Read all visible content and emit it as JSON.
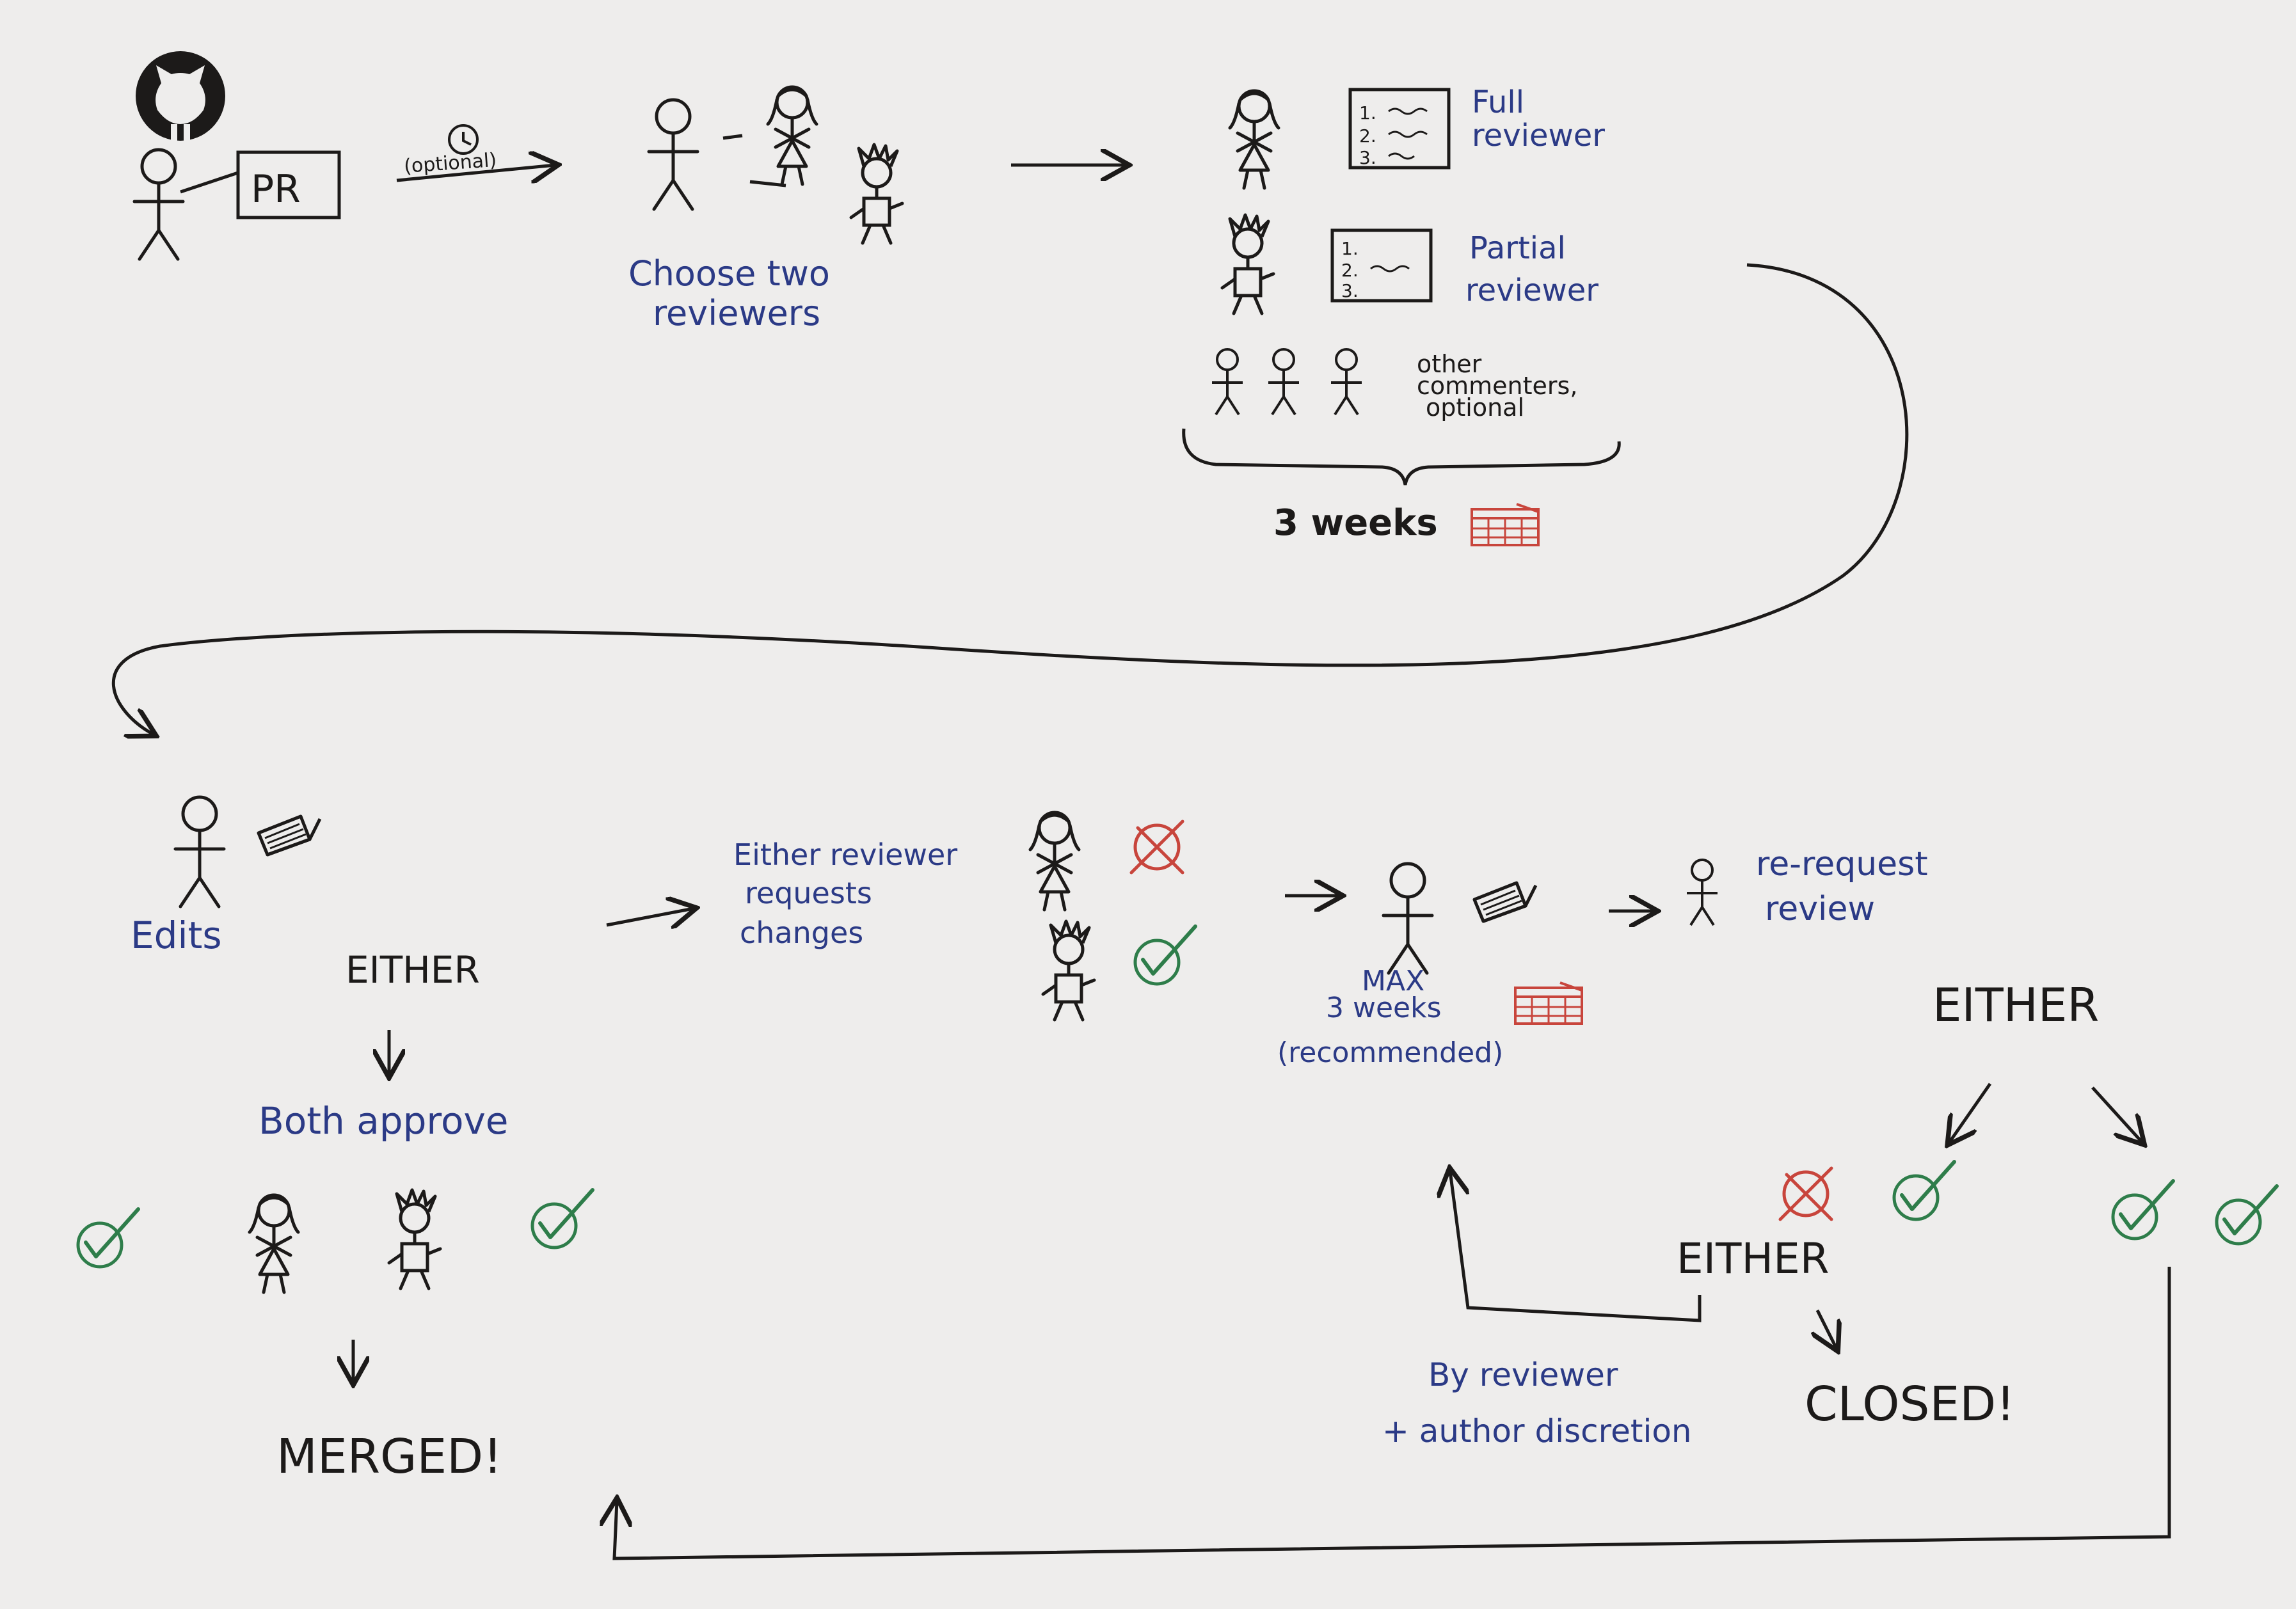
{
  "colors": {
    "paper": "#eeedec",
    "ink_black": "#1c1a19",
    "ink_blue": "#2b3a86",
    "ink_green": "#2e7d4a",
    "ink_red": "#c8453c"
  },
  "top": {
    "pr_label": "PR",
    "optional_label": "(optional)",
    "choose_reviewers": [
      "Choose two",
      "reviewers"
    ],
    "full_reviewer": [
      "Full",
      "reviewer"
    ],
    "partial_reviewer": [
      "Partial",
      "reviewer"
    ],
    "checklist_full": [
      "1.",
      "2.",
      "3."
    ],
    "checklist_partial": [
      "1.",
      "2.",
      "3."
    ],
    "other_commenters": [
      "other",
      "commenters,",
      "optional"
    ],
    "duration": "3 weeks"
  },
  "bottom": {
    "edits": "Edits",
    "either_left": "EITHER",
    "both_approve": "Both approve",
    "merged": "MERGED!",
    "requests_changes": [
      "Either reviewer",
      "requests",
      "changes"
    ],
    "max_weeks": [
      "MAX",
      "3 weeks",
      "(recommended)"
    ],
    "re_request": [
      "re-request",
      "review"
    ],
    "either_right": "EITHER",
    "either_bottom": "EITHER",
    "by_reviewer": [
      "By reviewer",
      "+ author discretion"
    ],
    "closed": "CLOSED!"
  },
  "icons": [
    "github-icon",
    "clock-icon",
    "calendar-icon",
    "laptop-icon",
    "check-icon",
    "cross-icon"
  ]
}
